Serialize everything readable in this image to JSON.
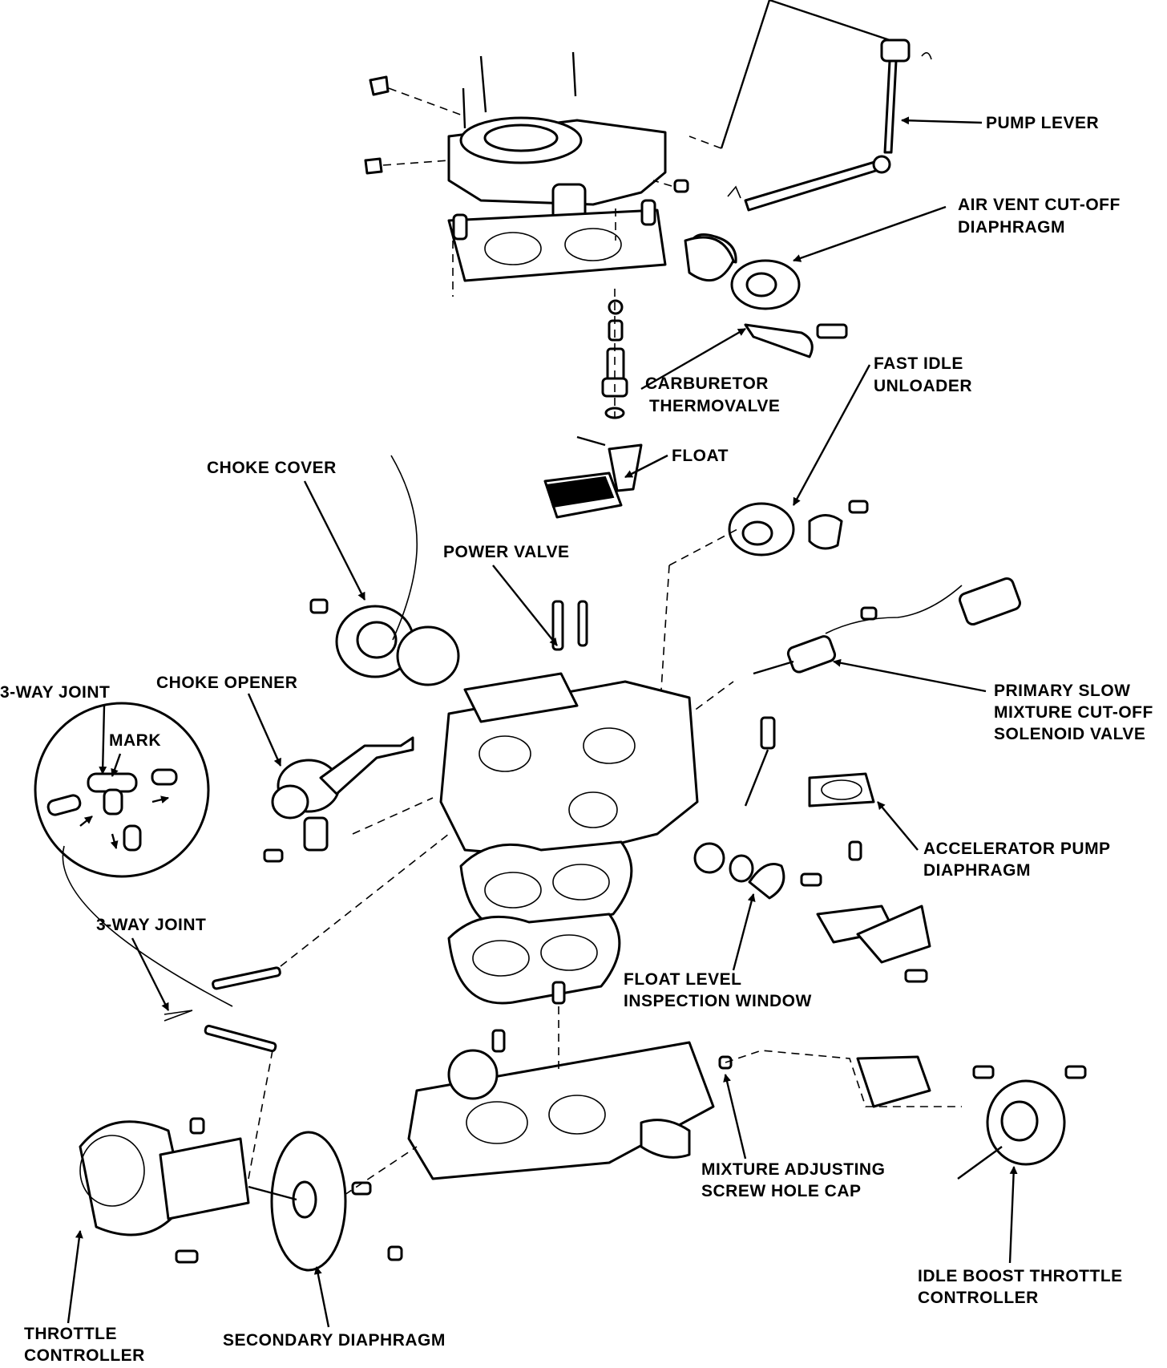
{
  "labels": {
    "pump_lever": "PUMP LEVER",
    "air_vent_1": "AIR VENT CUT-OFF",
    "air_vent_2": "DIAPHRAGM",
    "carb_thermo_1": "CARBURETOR",
    "carb_thermo_2": "THERMOVALVE",
    "fast_idle_1": "FAST IDLE",
    "fast_idle_2": "UNLOADER",
    "float": "FLOAT",
    "choke_cover": "CHOKE COVER",
    "power_valve": "POWER VALVE",
    "primary_slow_1": "PRIMARY SLOW",
    "primary_slow_2": "MIXTURE CUT-OFF",
    "primary_slow_3": "SOLENOID VALVE",
    "three_way_joint_top": "3-WAY JOINT",
    "choke_opener": "CHOKE OPENER",
    "mark": "MARK",
    "accel_pump_1": "ACCELERATOR PUMP",
    "accel_pump_2": "DIAPHRAGM",
    "three_way_joint_mid": "3-WAY JOINT",
    "float_level_1": "FLOAT LEVEL",
    "float_level_2": "INSPECTION WINDOW",
    "mixture_cap_1": "MIXTURE ADJUSTING",
    "mixture_cap_2": "SCREW HOLE CAP",
    "idle_boost_1": "IDLE BOOST THROTTLE",
    "idle_boost_2": "CONTROLLER",
    "throttle_ctrl_1": "THROTTLE",
    "throttle_ctrl_2": "CONTROLLER",
    "secondary_diaphragm": "SECONDARY DIAPHRAGM"
  }
}
